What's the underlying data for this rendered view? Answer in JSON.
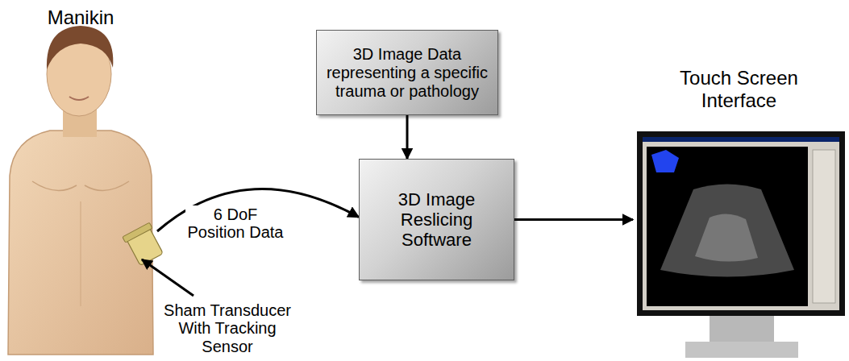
{
  "diagram": {
    "nodes": [
      {
        "text": [
          "Manikin"
        ]
      },
      {
        "text": [
          "3D Image Data representing a specific trauma or pathology"
        ]
      },
      {
        "text": [
          "3D Image Reslicing Software"
        ]
      },
      {
        "text": [
          "Touch Screen Interface"
        ]
      }
    ],
    "edges": [
      {
        "from": 0,
        "to": 2,
        "label": "6 DoF Position Data",
        "arrow": "to"
      },
      {
        "from": 1,
        "to": 2,
        "arrow": "to"
      },
      {
        "from": 2,
        "to": 3,
        "arrow": "to"
      }
    ],
    "labels": [
      "Sham Transducer With Tracking Sensor"
    ]
  }
}
